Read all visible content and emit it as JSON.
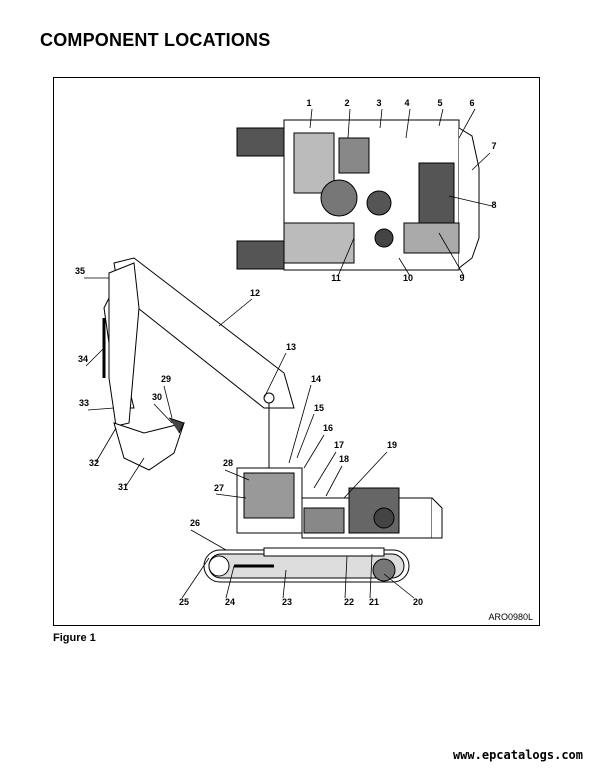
{
  "page": {
    "title": "COMPONENT LOCATIONS",
    "figure_code": "ARO0980L",
    "figure_caption": "Figure 1",
    "watermark": "www.epcatalogs.com"
  },
  "callouts": [
    "1",
    "2",
    "3",
    "4",
    "5",
    "6",
    "7",
    "8",
    "9",
    "10",
    "11",
    "12",
    "13",
    "14",
    "15",
    "16",
    "17",
    "18",
    "19",
    "20",
    "21",
    "22",
    "23",
    "24",
    "25",
    "26",
    "27",
    "28",
    "29",
    "30",
    "31",
    "32",
    "33",
    "34",
    "35"
  ]
}
